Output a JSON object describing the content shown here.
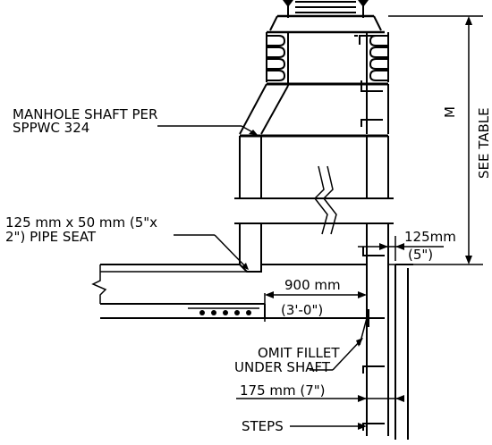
{
  "labels": {
    "shaft_line1": "MANHOLE SHAFT PER",
    "shaft_line2": "SPPWC 324",
    "seat_line1": "125 mm x 50 mm (5\"x",
    "seat_line2": "2\") PIPE SEAT",
    "dim_900_metric": "900 mm",
    "dim_900_imperial": "(3'-0\")",
    "fillet_line1": "OMIT FILLET",
    "fillet_line2": "UNDER SHAFT",
    "dim_175": "175 mm (7\")",
    "steps": "STEPS",
    "dim_125_metric": "125mm",
    "dim_125_imperial": "(5\")",
    "dim_m": "M",
    "see_table": "SEE TABLE"
  }
}
